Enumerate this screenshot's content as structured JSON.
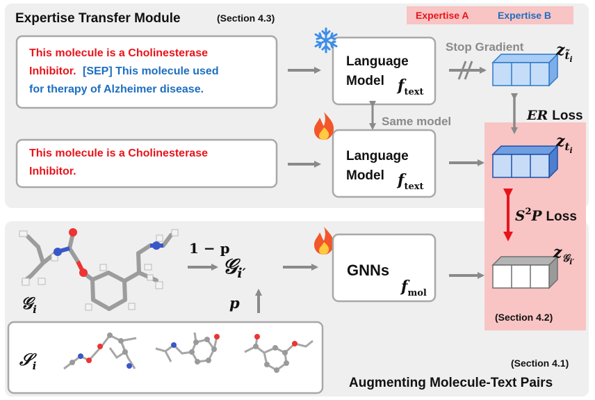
{
  "transfer": {
    "title": "Expertise Transfer Module",
    "section": "(Section 4.3)",
    "legend": {
      "a": "Expertise A",
      "b": "Expertise B",
      "a_color": "#e8141b",
      "b_color": "#1d6ec0"
    },
    "text1": {
      "line1": "This molecule is a Cholinesterase",
      "line2a": "Inhibitor.",
      "line2b": "[SEP] This molecule used",
      "line3": "for therapy of Alzheimer disease."
    },
    "text2": {
      "line1": "This molecule is a Cholinesterase",
      "line2": "Inhibitor."
    },
    "lm_line1": "Language",
    "lm_line2": "Model",
    "f_text": "f",
    "f_text_sub": "text",
    "stop_gradient": "Stop Gradient",
    "same_model": "Same model",
    "er_loss_sym": "ER",
    "er_loss_word": "Loss",
    "frozen_icon": "snowflake-icon",
    "trainable_icon": "fire-icon"
  },
  "middle": {
    "s2p_sym": "S",
    "s2p_sup": "2",
    "s2p_P": "P",
    "s2p_word": "Loss",
    "section": "(Section 4.2)",
    "z_t_tilde": "z",
    "z_t_tilde_sub": "t̃",
    "z_t_tilde_subsub": "i",
    "z_t": "z",
    "z_t_sub": "t",
    "z_t_subsub": "i",
    "z_g": "z",
    "z_g_sub": "𝒢",
    "z_g_subsub": "i′"
  },
  "augment": {
    "title": "Augmenting Molecule-Text Pairs",
    "section": "(Section 4.1)",
    "one_minus_p": "1 − p",
    "p": "p",
    "g_i": "𝒢",
    "g_i_sub": "i",
    "g_iprime": "𝒢",
    "g_iprime_sub": "i′",
    "s_i": "𝒮",
    "s_i_sub": "i",
    "gnns": "GNNs",
    "f_mol": "f",
    "f_mol_sub": "mol"
  }
}
